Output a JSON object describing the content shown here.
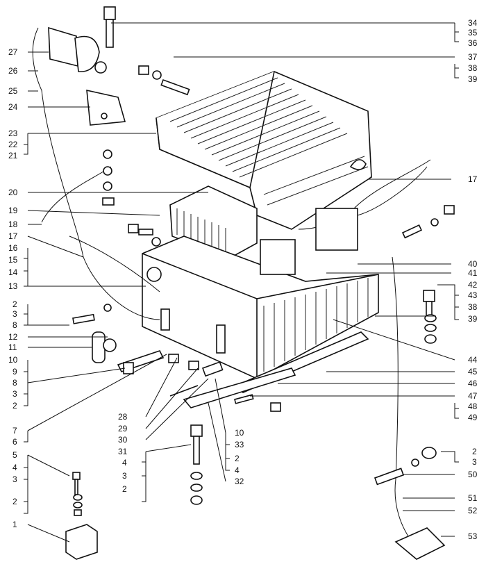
{
  "figure": {
    "callouts_left": [
      "27",
      "26",
      "25",
      "24",
      "23",
      "22",
      "21",
      "20",
      "19",
      "18",
      "17",
      "16",
      "15",
      "14",
      "13",
      "2",
      "3",
      "8",
      "11",
      "12",
      "10",
      "9",
      "8",
      "3",
      "2",
      "7",
      "6",
      "5",
      "4",
      "3",
      "2",
      "1"
    ],
    "callouts_right": [
      "34",
      "35",
      "36",
      "37",
      "38",
      "39",
      "17",
      "40",
      "41",
      "42",
      "43",
      "38",
      "39",
      "44",
      "45",
      "46",
      "47",
      "48",
      "49",
      "2",
      "3",
      "50",
      "51",
      "52",
      "53"
    ],
    "callouts_bottom_center": [
      "28",
      "29",
      "30",
      "31",
      "4",
      "3",
      "2",
      "10",
      "33",
      "2",
      "4",
      "32"
    ]
  }
}
